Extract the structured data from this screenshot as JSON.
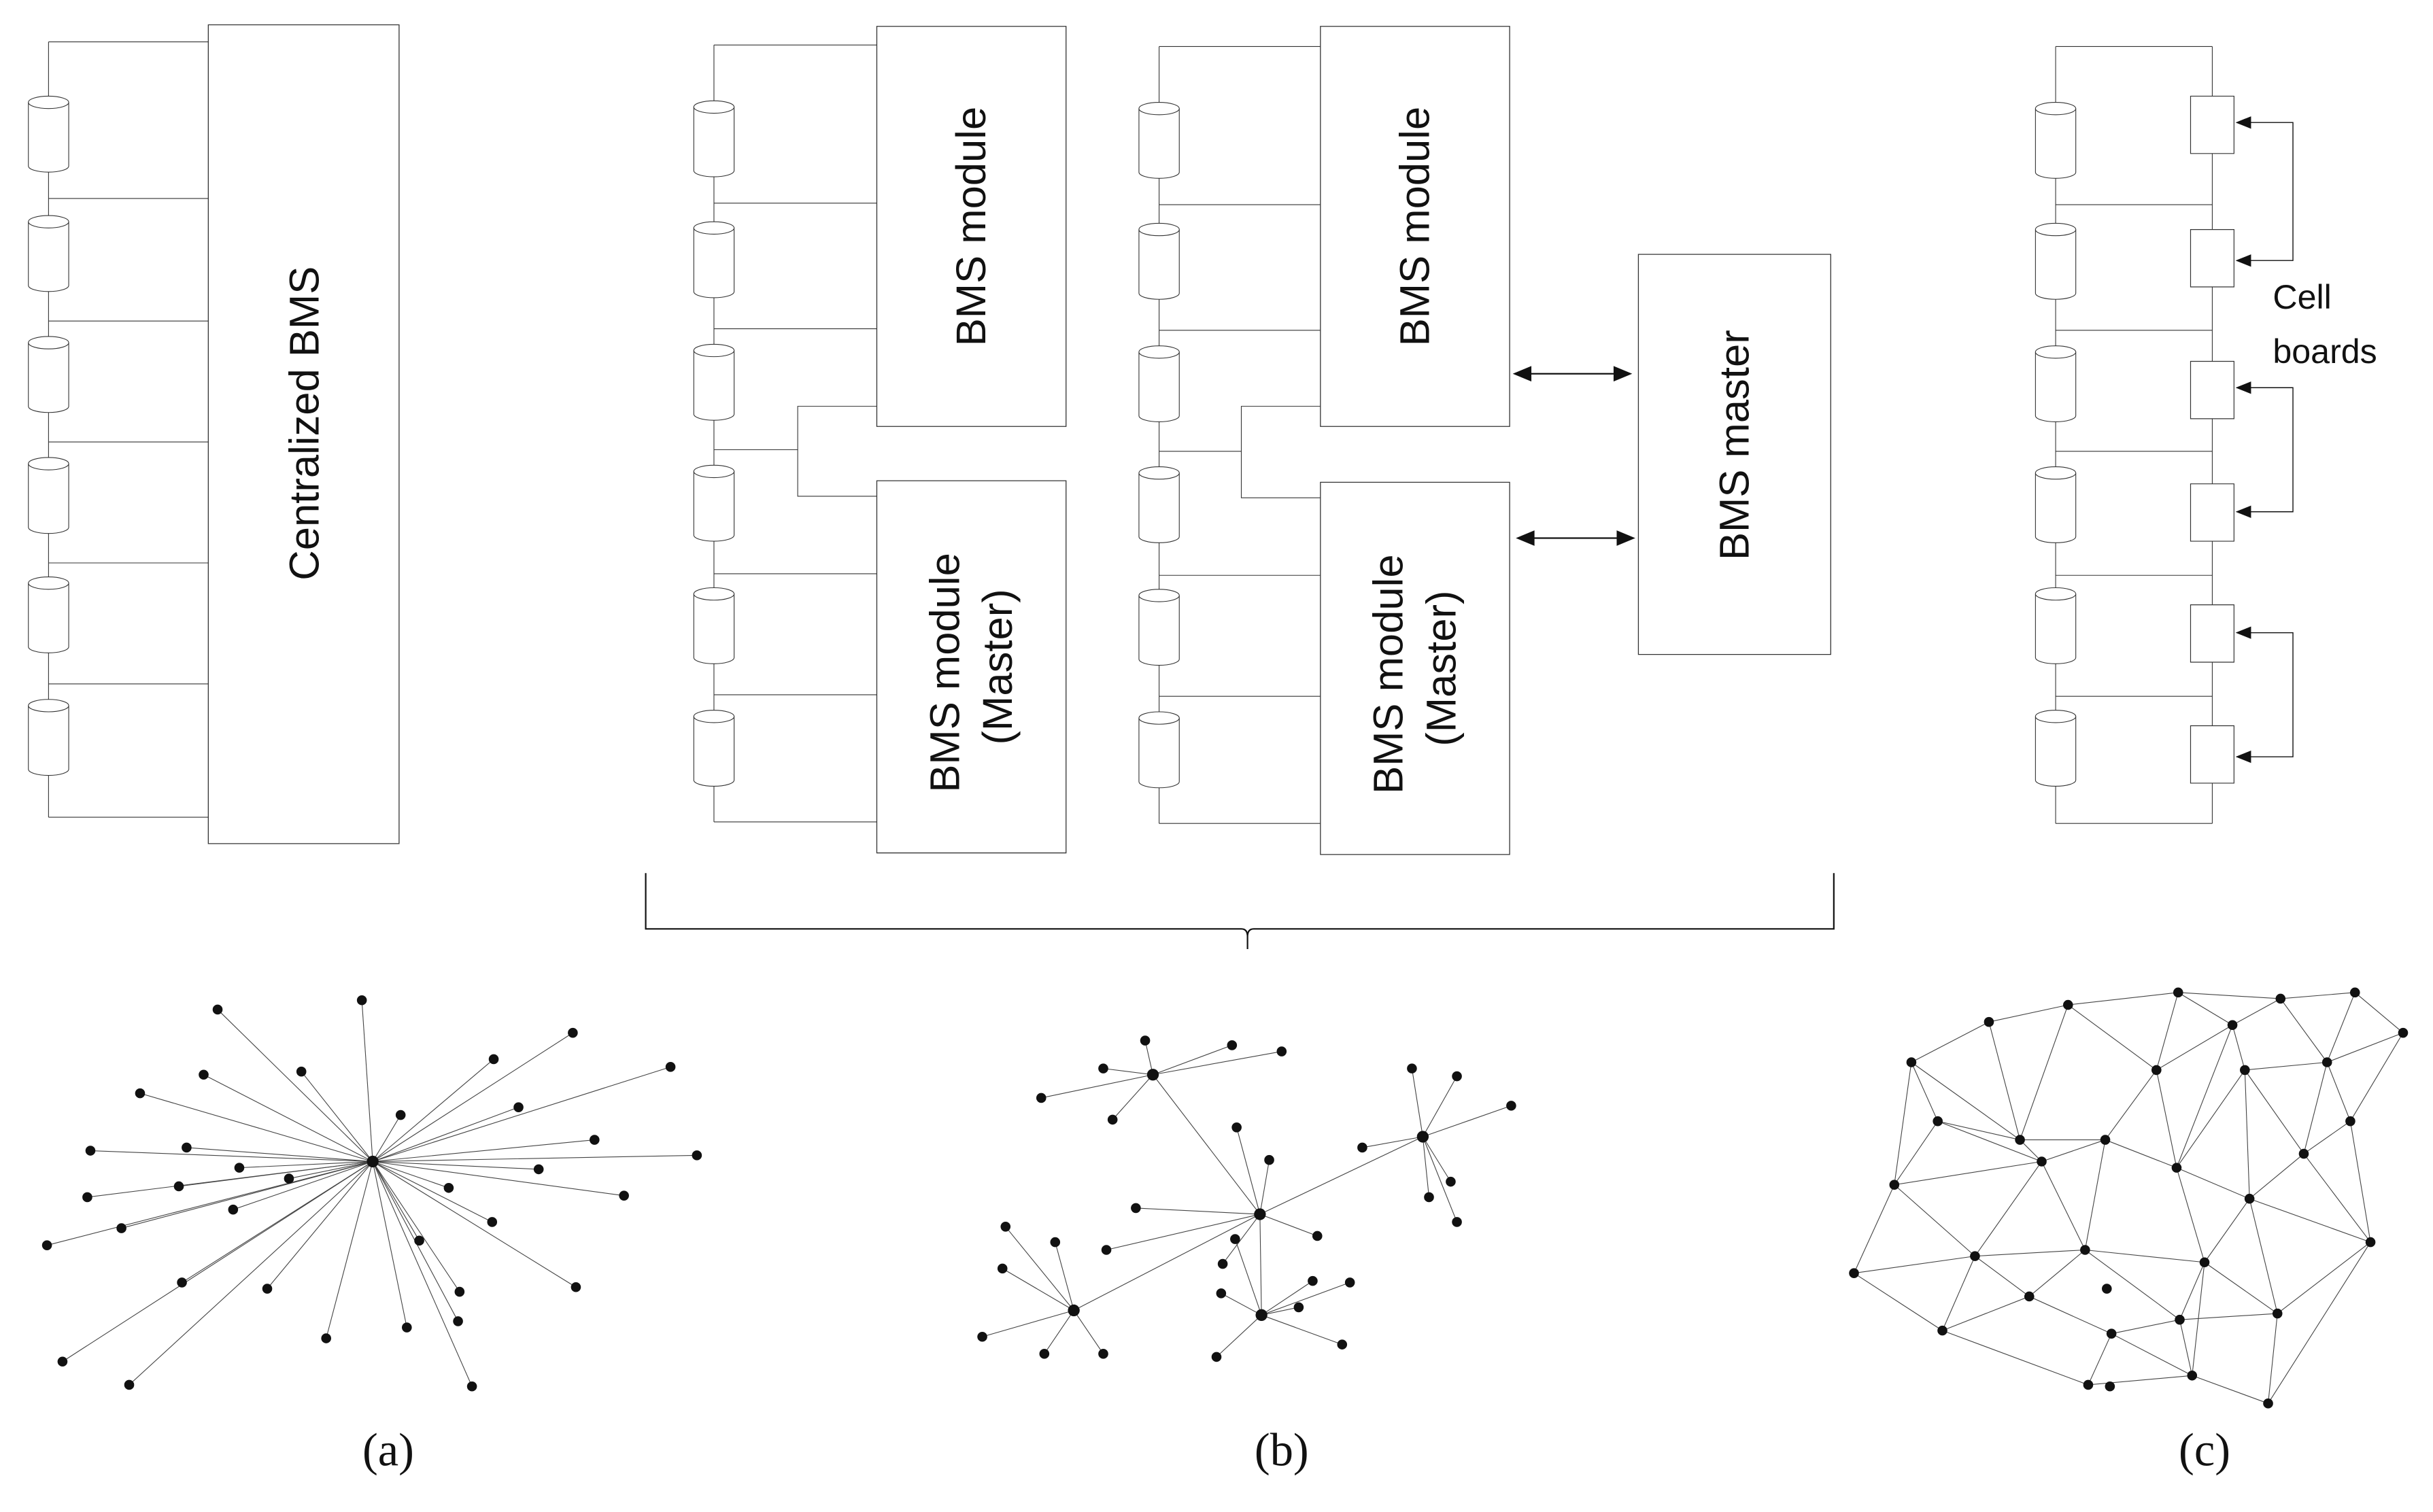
{
  "labels": {
    "centralized": "Centralized BMS",
    "bms_module_1": "BMS module",
    "bms_module_master_1": [
      "BMS module",
      "(Master)"
    ],
    "bms_module_2": "BMS module",
    "bms_module_master_2": [
      "BMS module",
      "(Master)"
    ],
    "bms_master": "BMS master",
    "cell_boards": [
      "Cell",
      "boards"
    ]
  },
  "captions": {
    "a": "(a)",
    "b": "(b)",
    "c": "(c)"
  },
  "colors": {
    "stroke": "#333333",
    "text": "#111111",
    "background": "#ffffff"
  }
}
